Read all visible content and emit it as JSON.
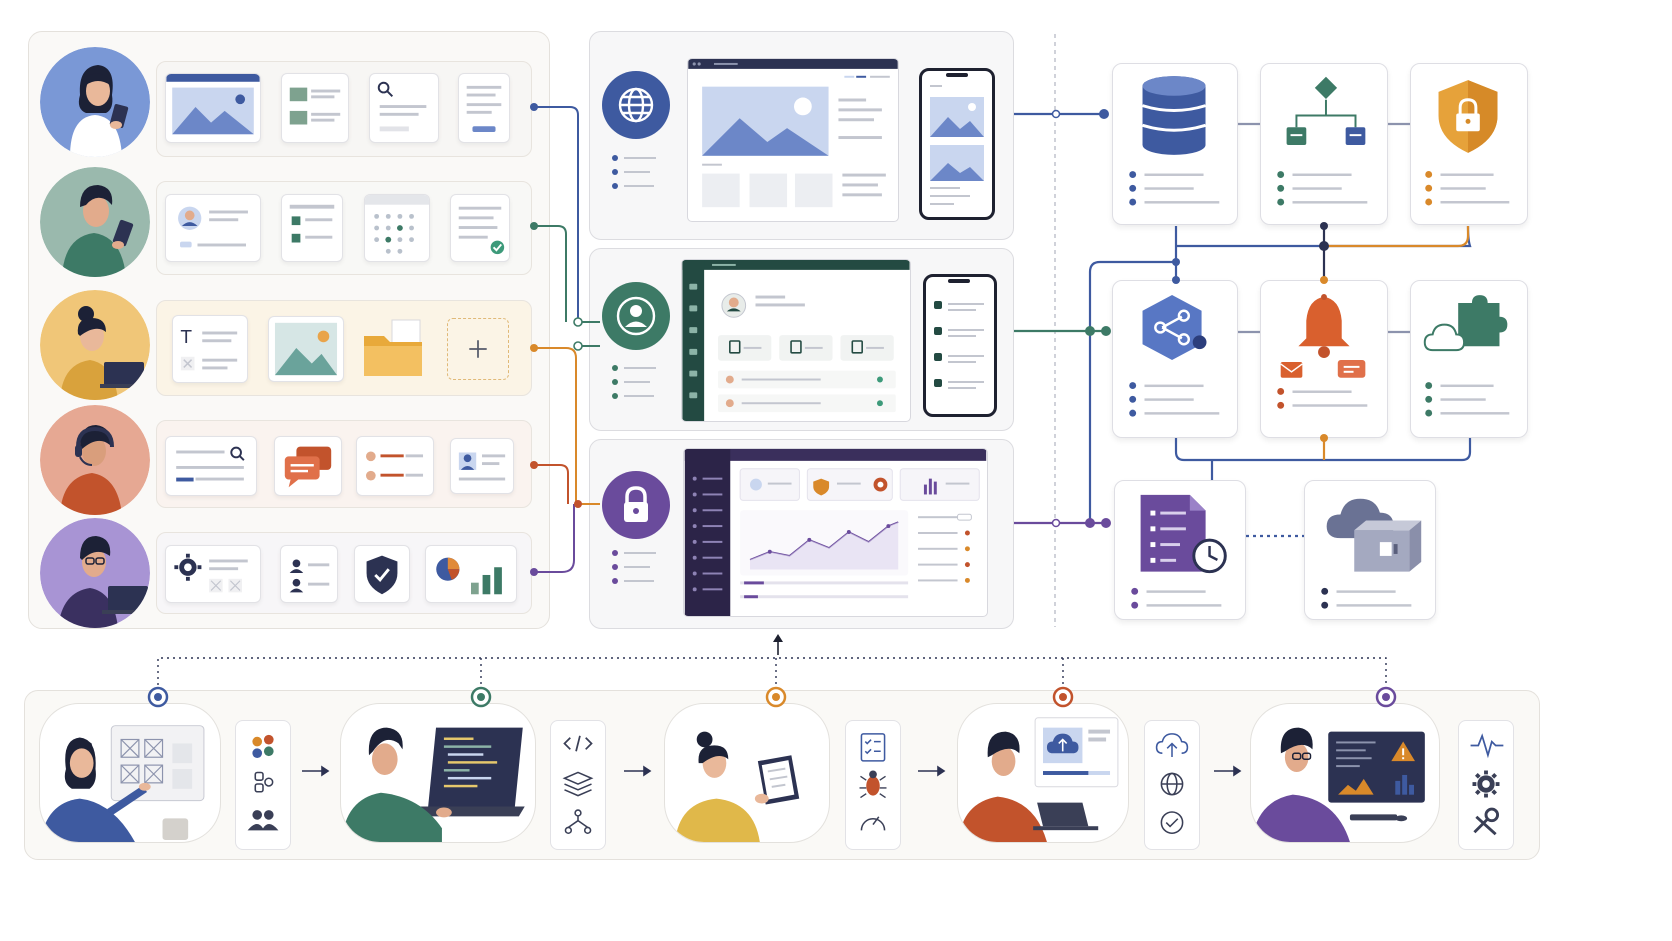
{
  "colors": {
    "blue": "#3e5aa0",
    "green": "#3d7a66",
    "orange": "#d9892a",
    "rust": "#c2532c",
    "purple": "#6a4b9c",
    "navy": "#2c3252",
    "gray": "#b7bcc8",
    "cream": "#f6efe2"
  },
  "personas": [
    {
      "name": "persona-designer-tablet",
      "color": "#3e5aa0",
      "bg": "#7a98d6",
      "shirt": "#ffffff",
      "row_bg": "#f7f6f4"
    },
    {
      "name": "persona-mobile-user",
      "color": "#3d7a66",
      "bg": "#86aea0",
      "shirt": "#3d7a66",
      "row_bg": "#f8f8f6"
    },
    {
      "name": "persona-content-editor",
      "color": "#d9892a",
      "bg": "#f0c678",
      "shirt": "#d9a23c",
      "row_bg": "#fbf4e6"
    },
    {
      "name": "persona-support-agent",
      "color": "#c2532c",
      "bg": "#e6a893",
      "shirt": "#c2532c",
      "row_bg": "#faf3ef"
    },
    {
      "name": "persona-admin",
      "color": "#6a4b9c",
      "bg": "#a894d4",
      "shirt": "#4a3a7c",
      "row_bg": "#f7f6f8"
    }
  ],
  "hubs": [
    {
      "name": "web-portal-hub",
      "icon": "globe-icon",
      "color": "#3e5aa0"
    },
    {
      "name": "user-account-hub",
      "icon": "user-icon",
      "color": "#3d7a66"
    },
    {
      "name": "admin-security-hub",
      "icon": "lock-icon",
      "color": "#6a4b9c"
    }
  ],
  "services": [
    {
      "name": "database-service",
      "icon": "database-icon",
      "color": "#3e5aa0"
    },
    {
      "name": "workflow-service",
      "icon": "flowchart-icon",
      "color": "#3d7a66"
    },
    {
      "name": "security-service",
      "icon": "shield-lock-icon",
      "color": "#d9892a"
    },
    {
      "name": "api-integration-service",
      "icon": "share-nodes-icon",
      "color": "#3e5aa0"
    },
    {
      "name": "notification-service",
      "icon": "bell-icon",
      "color": "#c2532c"
    },
    {
      "name": "cloud-plugin-service",
      "icon": "puzzle-cloud-icon",
      "color": "#3d7a66"
    },
    {
      "name": "scheduled-reports-service",
      "icon": "document-clock-icon",
      "color": "#6a4b9c"
    },
    {
      "name": "cloud-storage-service",
      "icon": "cloud-server-icon",
      "color": "#6a7294"
    }
  ],
  "pipeline": [
    {
      "name": "design-stage",
      "color": "#3e5aa0",
      "tools": [
        "palette-icon",
        "components-icon",
        "team-icon"
      ]
    },
    {
      "name": "develop-stage",
      "color": "#3d7a66",
      "tools": [
        "code-icon",
        "layers-icon",
        "branch-icon"
      ]
    },
    {
      "name": "test-stage",
      "color": "#d9892a",
      "tools": [
        "checklist-icon",
        "bug-icon",
        "gauge-icon"
      ]
    },
    {
      "name": "deploy-stage",
      "color": "#c2532c",
      "tools": [
        "cloud-upload-icon",
        "globe-icon",
        "check-circle-icon"
      ]
    },
    {
      "name": "monitor-stage",
      "color": "#6a4b9c",
      "tools": [
        "pulse-icon",
        "gear-icon",
        "wrench-icon"
      ]
    }
  ]
}
